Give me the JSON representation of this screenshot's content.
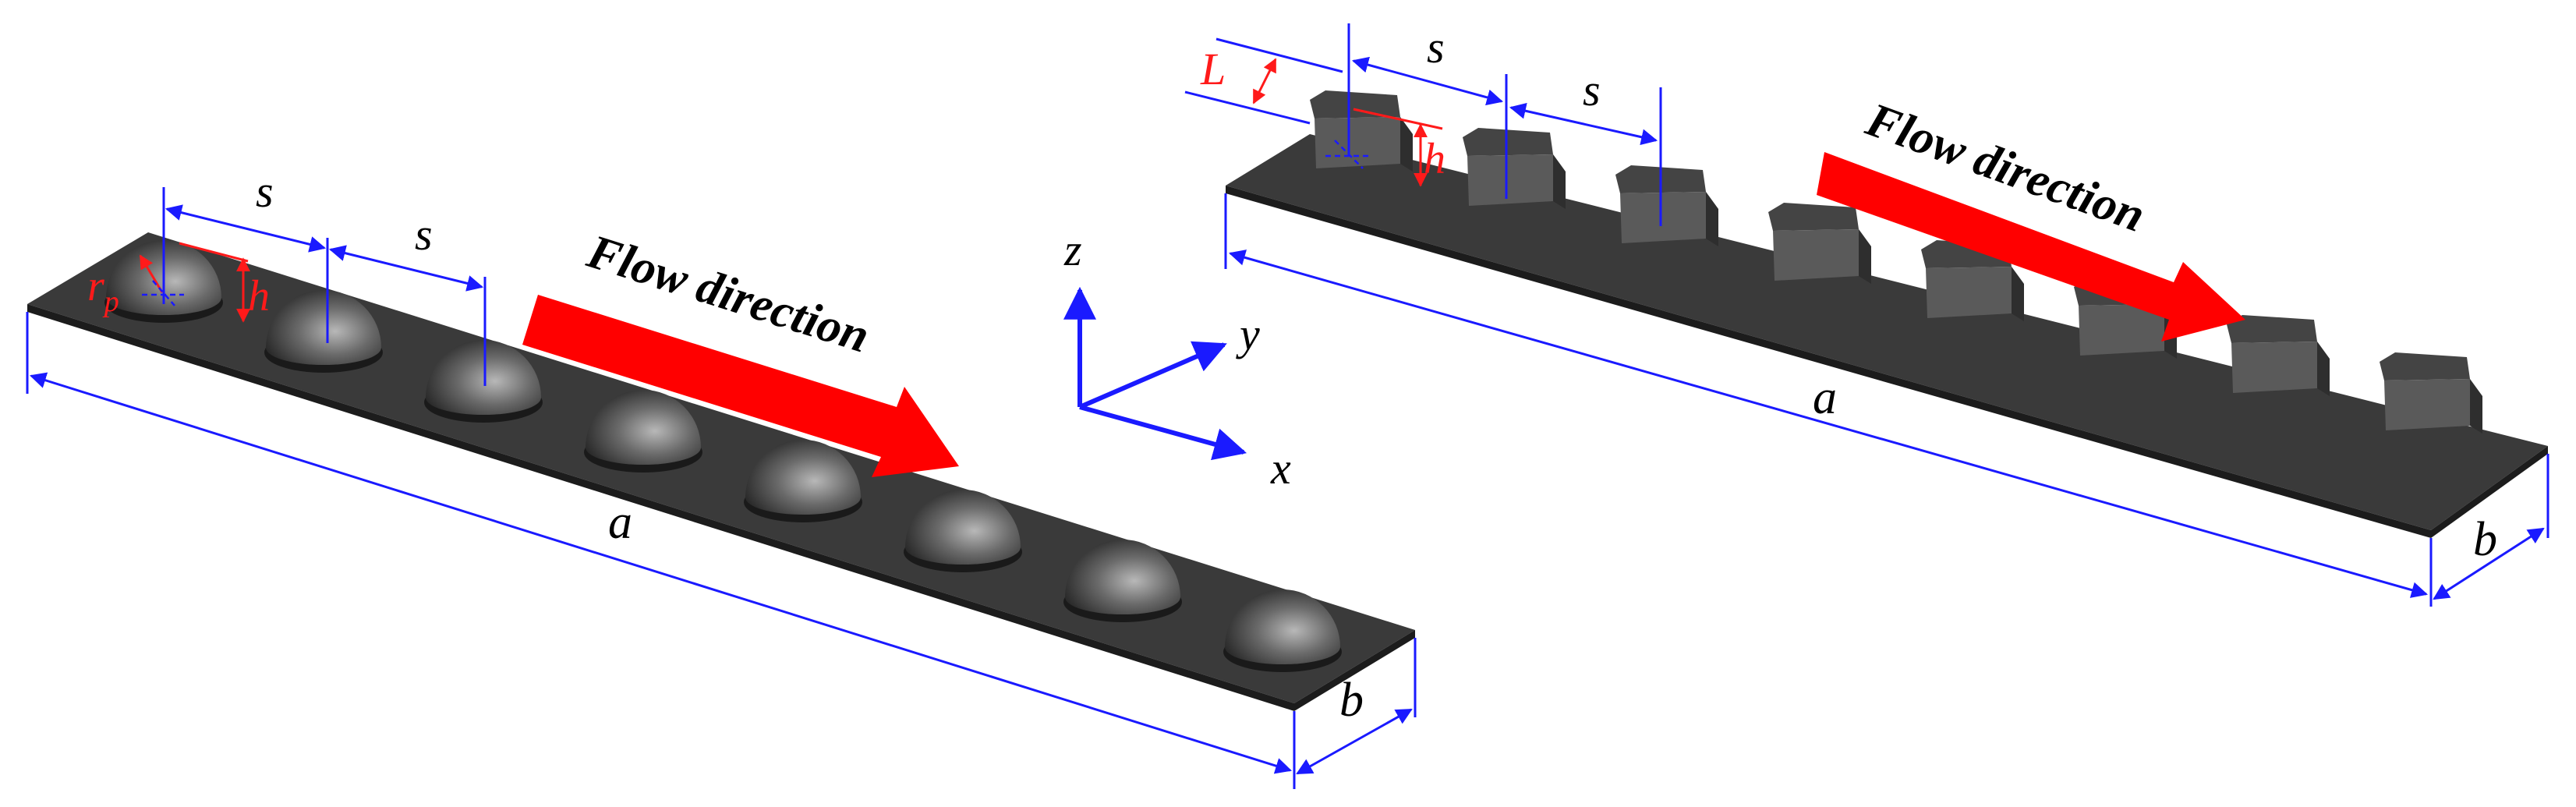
{
  "labels": {
    "spacing": "s",
    "length_a": "a",
    "width_b": "b",
    "height_h": "h",
    "radius_r": "r",
    "radius_sub": "p",
    "cube_L": "L",
    "axis_x": "x",
    "axis_y": "y",
    "axis_z": "z"
  },
  "flow_left": "Flow direction",
  "flow_right": "Flow direction",
  "colors": {
    "dimension": "#1a1aff",
    "highlight": "#ff1a1a",
    "arrow": "#ff0000",
    "plate_top": "#3a3a3a",
    "plate_side": "#222222",
    "cube_front": "#5a5a5a",
    "cube_top": "#3e3e3e"
  }
}
